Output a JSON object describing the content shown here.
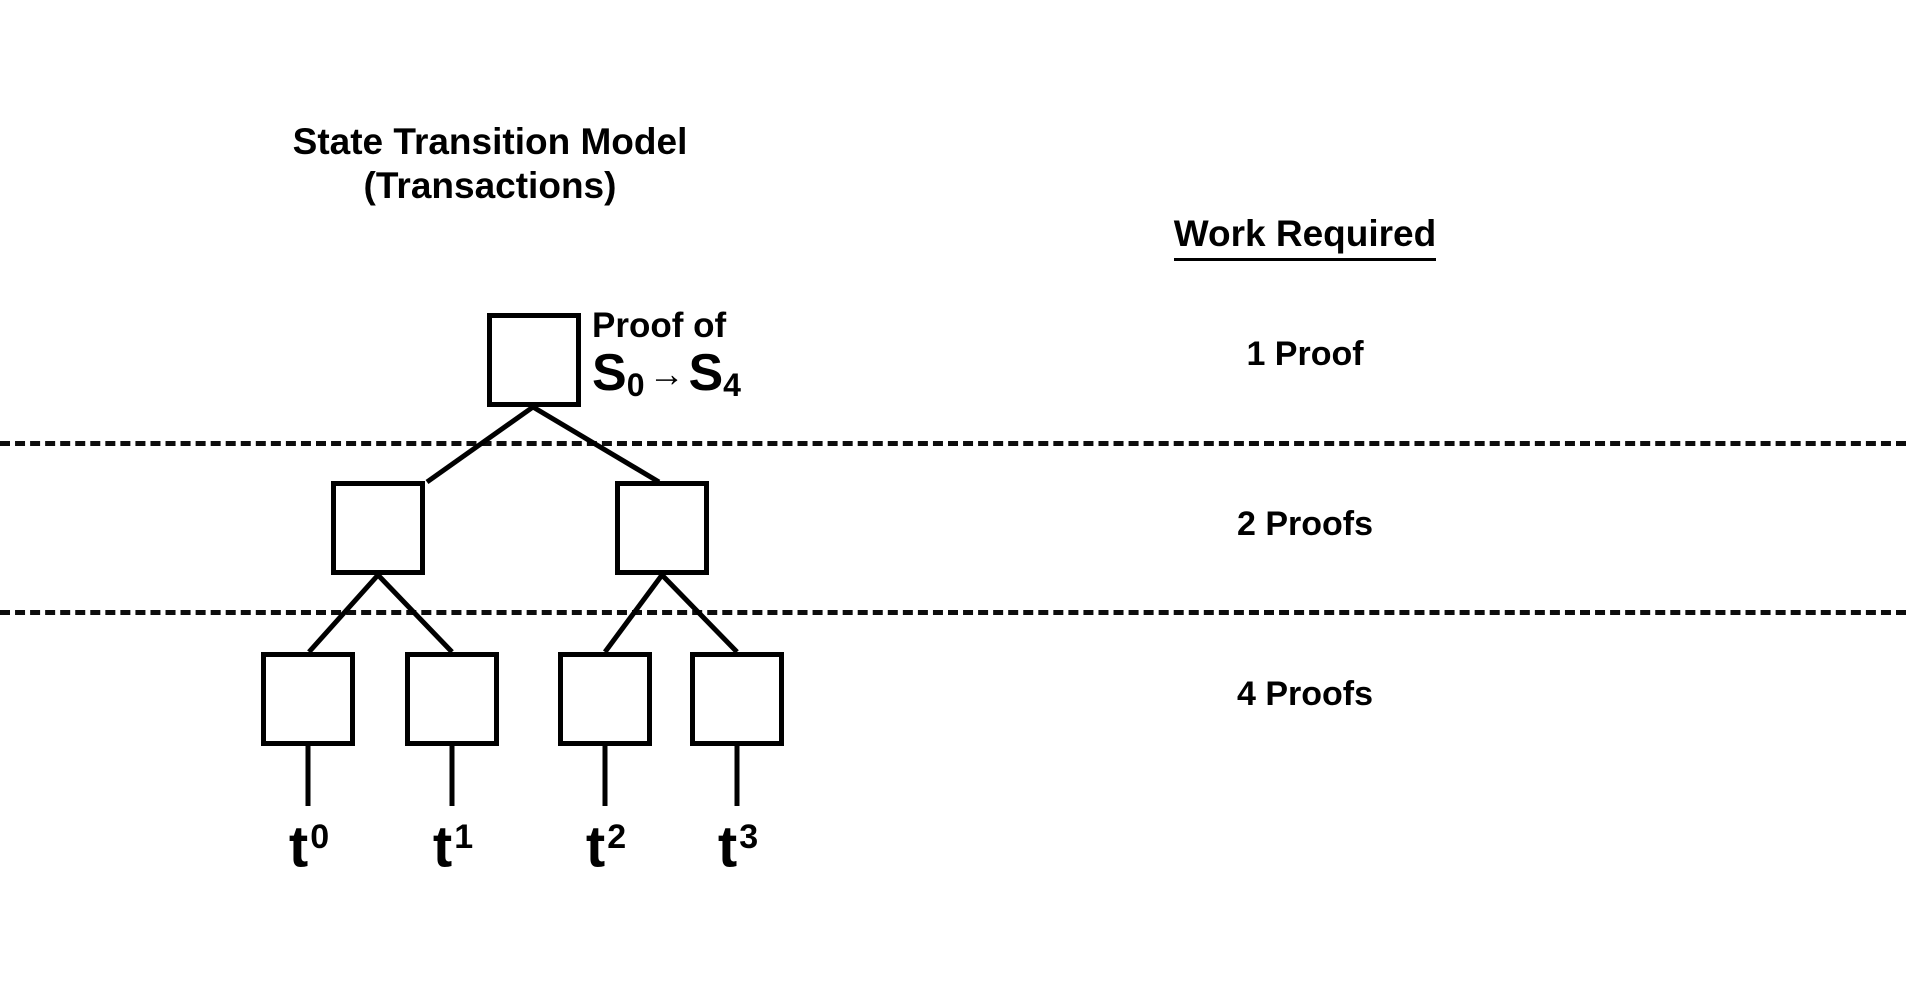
{
  "diagram": {
    "tree_title": {
      "line1": "State Transition Model",
      "line2": "(Transactions)"
    },
    "work_column": {
      "title": "Work Required",
      "rows": [
        {
          "label": "1 Proof"
        },
        {
          "label": "2 Proofs"
        },
        {
          "label": "4 Proofs"
        }
      ]
    },
    "root_annotation": {
      "line1": "Proof of",
      "state_from": "S",
      "state_from_sub": "0",
      "arrow": "→",
      "state_to": "S",
      "state_to_sub": "4"
    },
    "transactions": [
      {
        "base": "t",
        "exponent": "0"
      },
      {
        "base": "t",
        "exponent": "1"
      },
      {
        "base": "t",
        "exponent": "2"
      },
      {
        "base": "t",
        "exponent": "3"
      }
    ],
    "nodes": {
      "root": {
        "name": "root-node"
      },
      "level1": [
        {
          "name": "internal-node-left"
        },
        {
          "name": "internal-node-right"
        }
      ],
      "level2": [
        {
          "name": "leaf-node-0"
        },
        {
          "name": "leaf-node-1"
        },
        {
          "name": "leaf-node-2"
        },
        {
          "name": "leaf-node-3"
        }
      ]
    },
    "colors": {
      "stroke": "#000000",
      "background": "#ffffff",
      "divider": "#0d0d0d"
    }
  }
}
